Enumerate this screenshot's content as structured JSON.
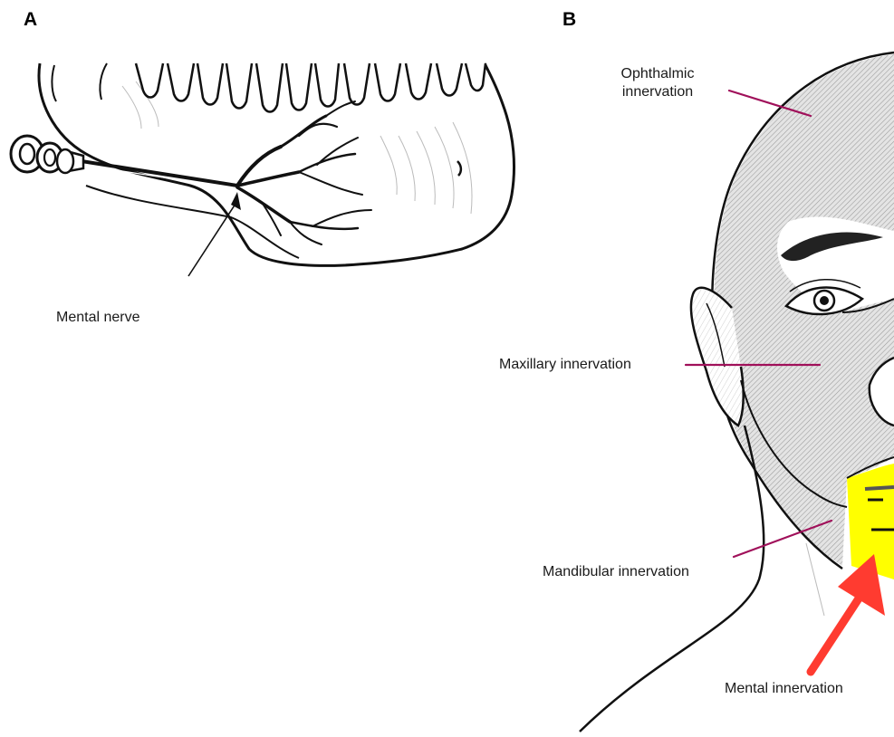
{
  "panels": [
    {
      "letter": "A",
      "labels": {
        "mental_nerve": "Mental nerve"
      }
    },
    {
      "letter": "B",
      "labels": {
        "ophthalmic_line1": "Ophthalmic",
        "ophthalmic_line2": "innervation",
        "maxillary": "Maxillary innervation",
        "mandibular": "Mandibular innervation",
        "mental": "Mental innervation"
      }
    }
  ],
  "colors": {
    "leader_line": "#a0105a",
    "mental_region": "#ffff00",
    "arrow": "#ff3b30",
    "shading": "#c8c8c8",
    "outline": "#1a1a1a"
  }
}
